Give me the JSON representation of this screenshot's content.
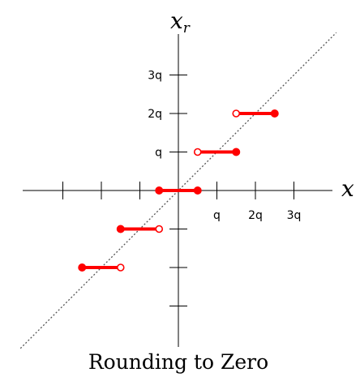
{
  "chart_data": {
    "type": "step",
    "title": "Rounding to Zero",
    "xlabel": "x",
    "ylabel": "x",
    "ylabel_subscript": "r",
    "unit": "q",
    "xlim": [
      -4,
      4
    ],
    "ylim": [
      -4,
      4
    ],
    "x_tick_values": [
      -3,
      -2,
      -1,
      1,
      2,
      3
    ],
    "y_tick_values": [
      -3,
      -2,
      -1,
      1,
      2,
      3
    ],
    "x_tick_labels": [
      {
        "value": 1,
        "text": "q"
      },
      {
        "value": 2,
        "text": "2q"
      },
      {
        "value": 3,
        "text": "3q"
      }
    ],
    "y_tick_labels": [
      {
        "value": 1,
        "text": "q"
      },
      {
        "value": 2,
        "text": "2q"
      },
      {
        "value": 3,
        "text": "3q"
      }
    ],
    "reference_line": {
      "style": "dotted",
      "slope": 1,
      "intercept": 0
    },
    "segments": [
      {
        "y": 2,
        "x_start": 1.5,
        "x_end": 2.5,
        "start_closed": false,
        "end_closed": true
      },
      {
        "y": 1,
        "x_start": 0.5,
        "x_end": 1.5,
        "start_closed": false,
        "end_closed": true
      },
      {
        "y": 0,
        "x_start": -0.5,
        "x_end": 0.5,
        "start_closed": true,
        "end_closed": true
      },
      {
        "y": -1,
        "x_start": -1.5,
        "x_end": -0.5,
        "start_closed": true,
        "end_closed": false
      },
      {
        "y": -2,
        "x_start": -2.5,
        "x_end": -1.5,
        "start_closed": true,
        "end_closed": false
      }
    ],
    "colors": {
      "segment": "#ff0000",
      "axis": "#000000",
      "reference_line": "#555555"
    },
    "grid": false
  }
}
